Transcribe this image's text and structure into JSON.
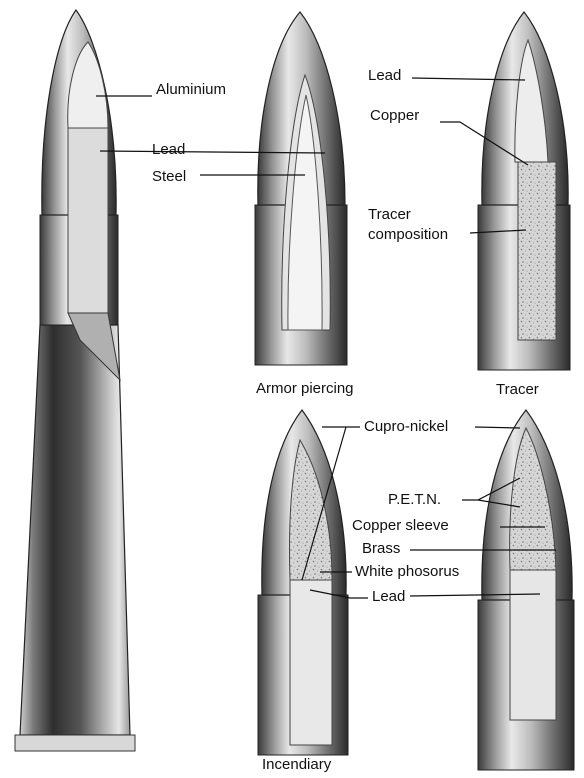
{
  "diagram": {
    "labels": {
      "aluminium": "Aluminium",
      "lead_main": "Lead",
      "steel": "Steel",
      "lead_tracer": "Lead",
      "copper": "Copper",
      "tracer_composition_1": "Tracer",
      "tracer_composition_2": "composition",
      "cupro_nickel": "Cupro-nickel",
      "petn": "P.E.T.N.",
      "copper_sleeve": "Copper sleeve",
      "brass": "Brass",
      "white_phosphorus": "White phosorus",
      "lead_incendiary": "Lead"
    },
    "captions": {
      "armor_piercing": "Armor piercing",
      "tracer": "Tracer",
      "incendiary": "Incendiary"
    }
  }
}
